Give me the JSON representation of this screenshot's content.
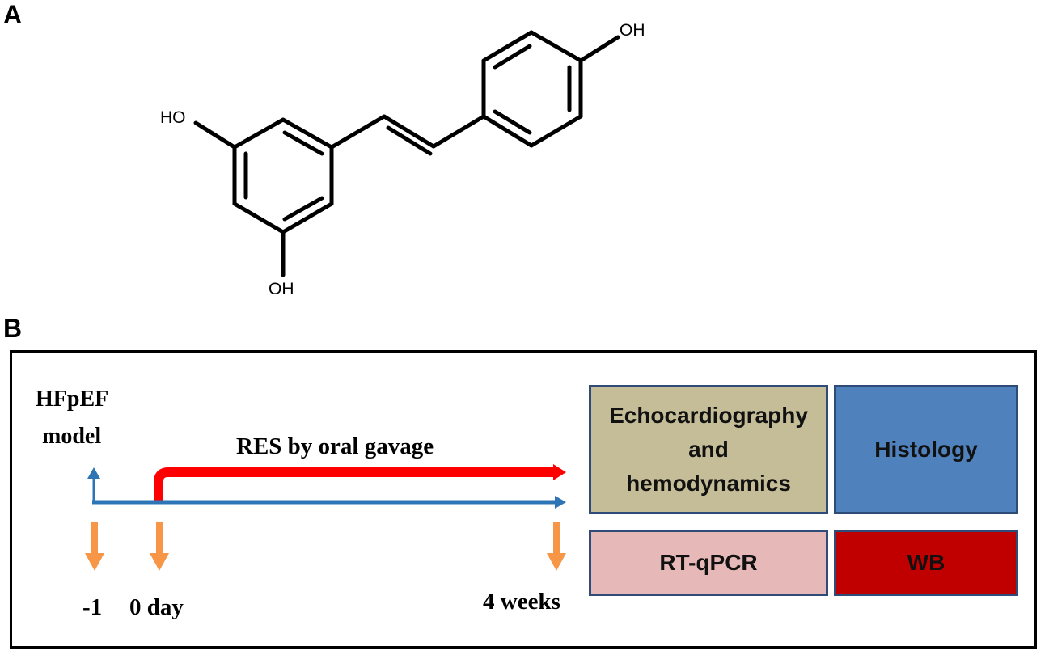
{
  "panels": {
    "a": "A",
    "b": "B"
  },
  "molecule": {
    "oh_top": "OH",
    "oh_left": "HO",
    "oh_bottom": "OH"
  },
  "timeline": {
    "model_line1": "HFpEF",
    "model_line2": "model",
    "treatment": "RES by oral gavage",
    "t_start": "-1",
    "t_zero": "0 day",
    "t_end": "4 weeks",
    "colors": {
      "baseline": "#2e75b6",
      "treatment": "#ff0000",
      "marker": "#f79646"
    }
  },
  "outcomes": {
    "echo_line1": "Echocardiography",
    "echo_line2": "and",
    "echo_line3": "hemodynamics",
    "histology": "Histology",
    "rtqpcr": "RT-qPCR",
    "wb": "WB",
    "colors": {
      "echo": "#c4bd97",
      "histology": "#4f81bd",
      "rtqpcr": "#e6b9b8",
      "wb": "#c00000"
    }
  }
}
